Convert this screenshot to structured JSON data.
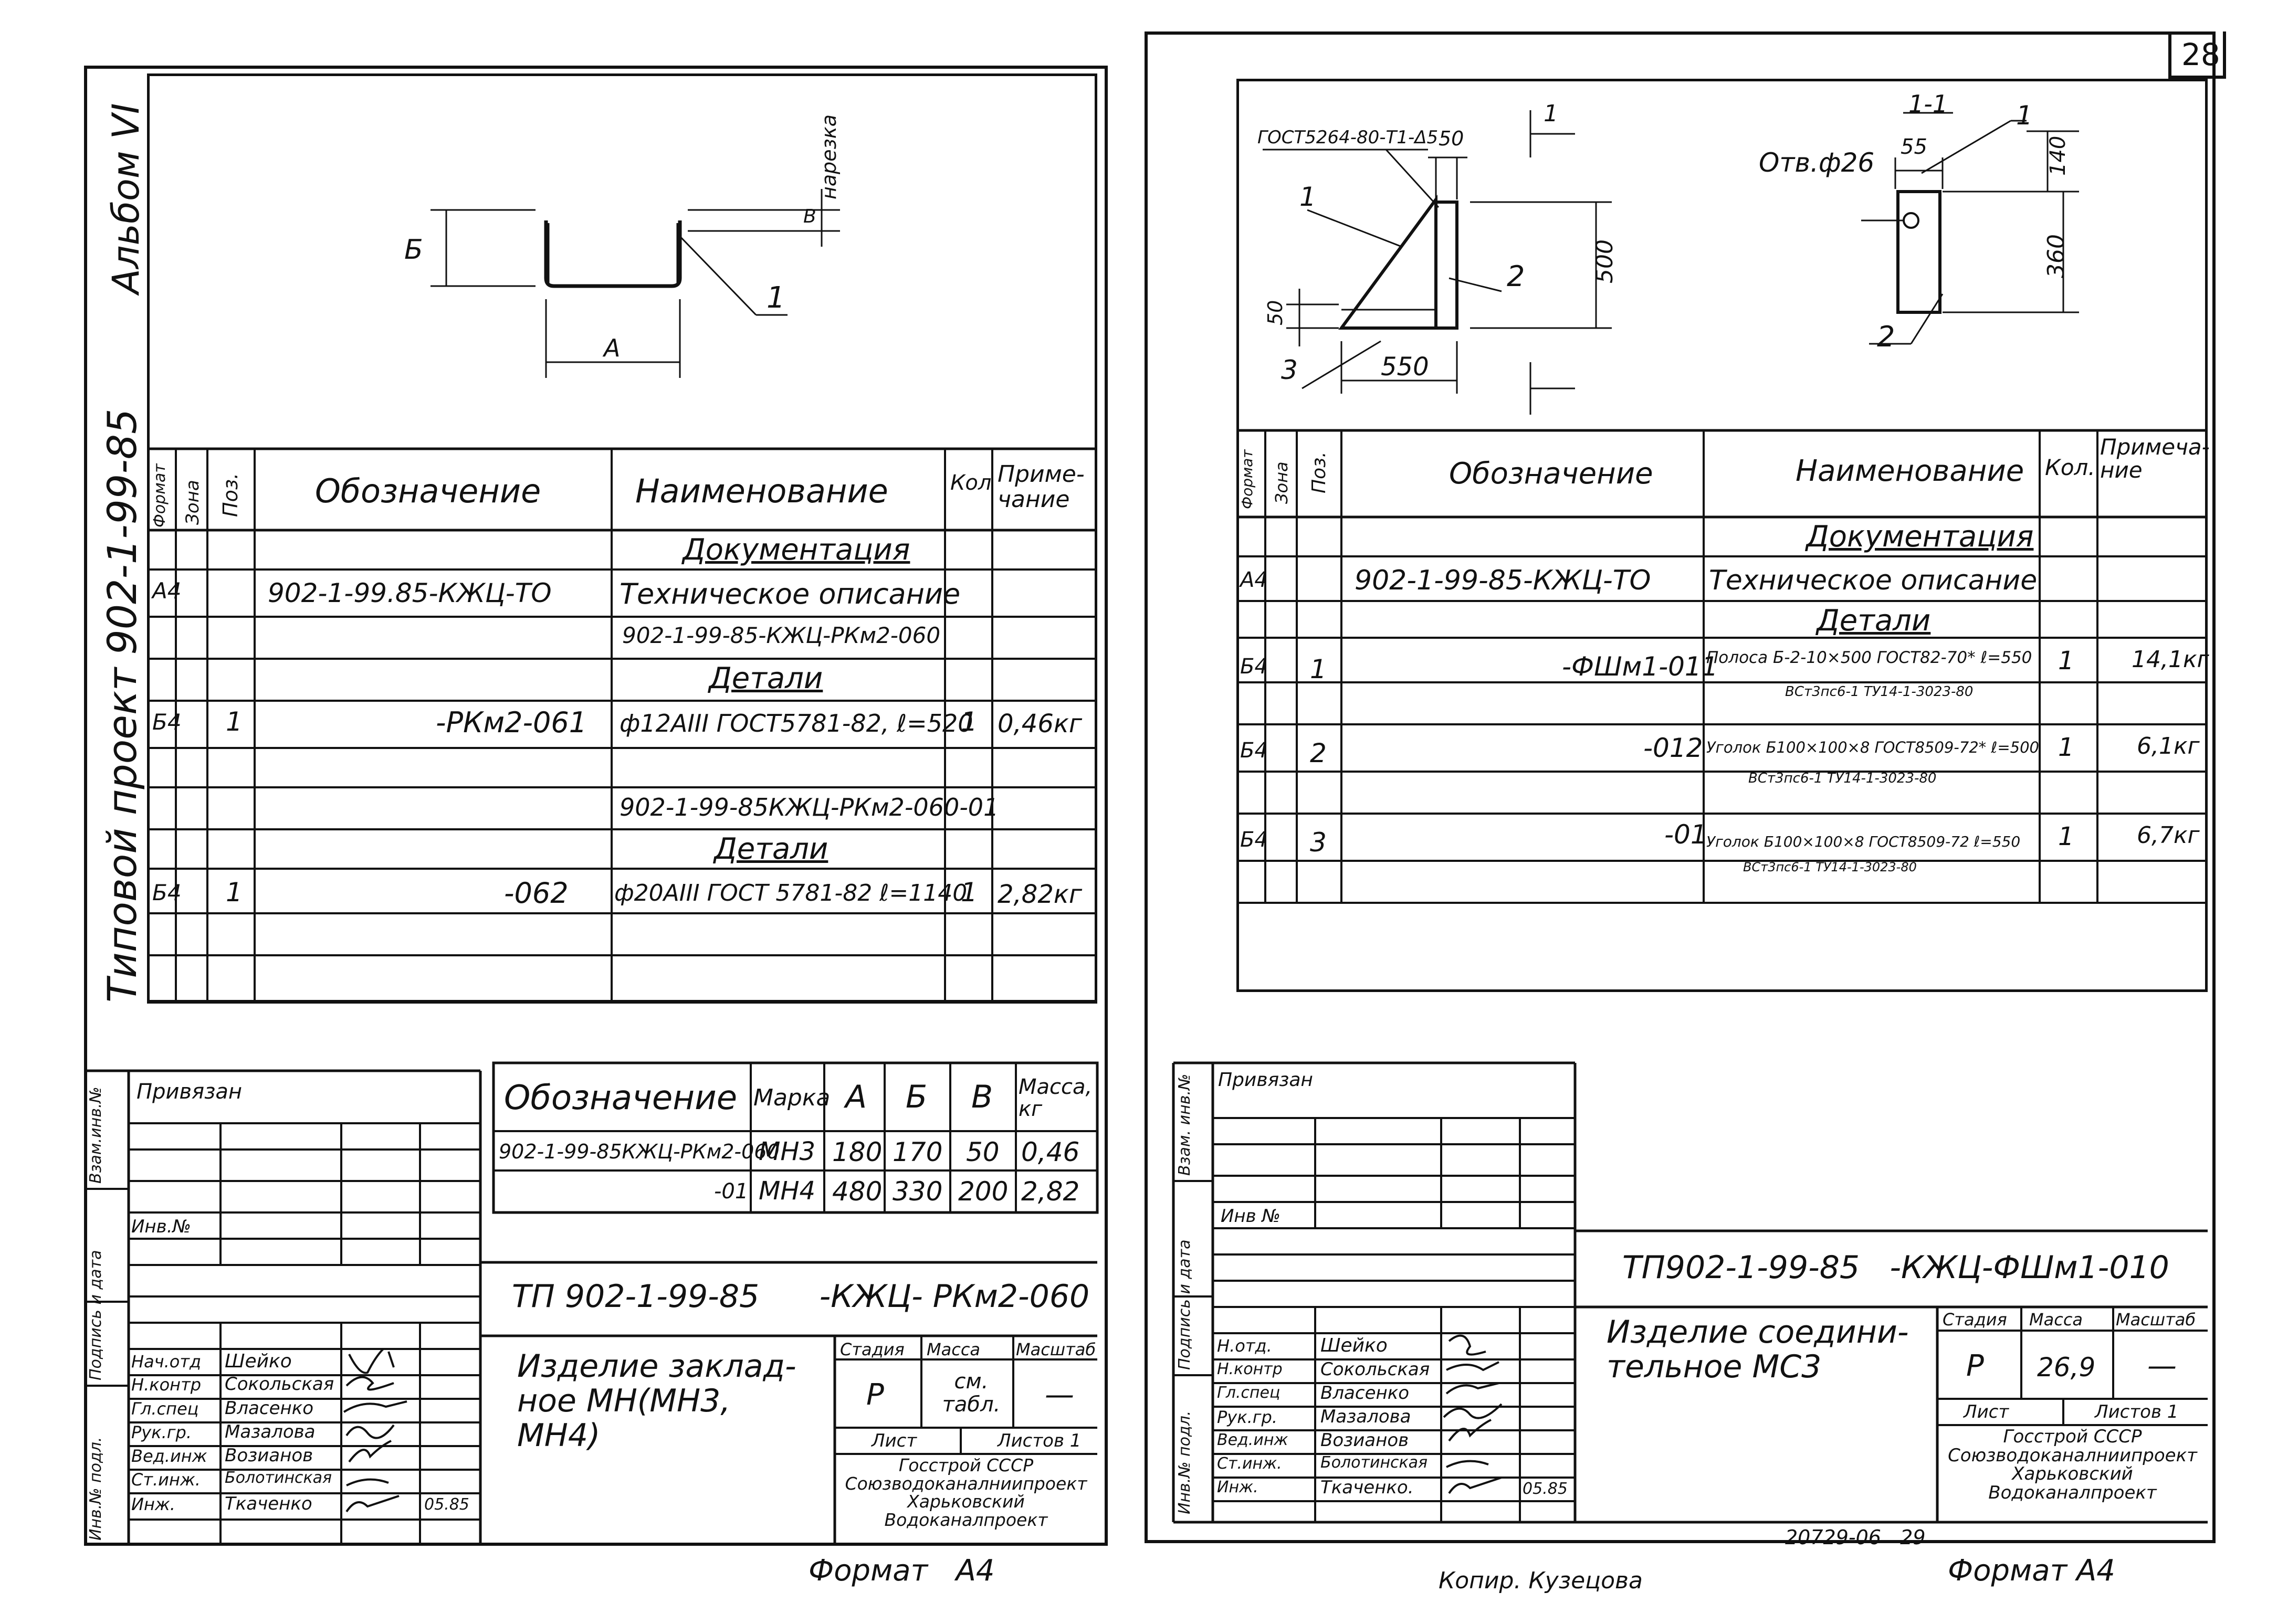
{
  "page_number": "28",
  "left": {
    "album": "Альбом VI",
    "project": "Типовой проект 902-1-99-85",
    "drawing": {
      "dim_a": "А",
      "dim_b": "Б",
      "dim_v": "В",
      "cut": "нарезка",
      "pos1": "1"
    },
    "spec_header": {
      "format": "Формат",
      "zone": "Зона",
      "pos": "Поз.",
      "designation": "Обозначение",
      "name": "Наименование",
      "qty": "Кол",
      "note": "Приме-чание"
    },
    "rows": [
      {
        "fmt": "",
        "pos": "",
        "designation": "",
        "name": "Документация",
        "qty": "",
        "note": ""
      },
      {
        "fmt": "А4",
        "pos": "",
        "designation": "902-1-99.85-КЖЦ-ТО",
        "name": "Техническое описание",
        "qty": "",
        "note": ""
      },
      {
        "fmt": "",
        "pos": "",
        "designation": "",
        "name": "902-1-99-85-КЖЦ-РКм2-060",
        "qty": "",
        "note": ""
      },
      {
        "fmt": "",
        "pos": "",
        "designation": "",
        "name": "Детали",
        "qty": "",
        "note": ""
      },
      {
        "fmt": "Б4",
        "pos": "1",
        "designation": "-РКм2-061",
        "name": "ф12АIII ГОСТ5781-82, ℓ=520",
        "qty": "1",
        "note": "0,46кг"
      },
      {
        "fmt": "",
        "pos": "",
        "designation": "",
        "name": "",
        "qty": "",
        "note": ""
      },
      {
        "fmt": "",
        "pos": "",
        "designation": "",
        "name": "902-1-99-85КЖЦ-РКм2-060-01",
        "qty": "",
        "note": ""
      },
      {
        "fmt": "",
        "pos": "",
        "designation": "",
        "name": "Детали",
        "qty": "",
        "note": ""
      },
      {
        "fmt": "Б4",
        "pos": "1",
        "designation": "-062",
        "name": "ф20АIII ГОСТ 5781-82 ℓ=1140",
        "qty": "1",
        "note": "2,82кг"
      }
    ],
    "variants_header": {
      "designation": "Обозначение",
      "mark": "Марка",
      "a": "А",
      "b": "Б",
      "v": "В",
      "mass": "Масса, кг"
    },
    "variants": [
      {
        "designation": "902-1-99-85КЖЦ-РКм2-060",
        "mark": "МН3",
        "a": "180",
        "b": "170",
        "v": "50",
        "mass": "0,46"
      },
      {
        "designation": "-01",
        "mark": "МН4",
        "a": "480",
        "b": "330",
        "v": "200",
        "mass": "2,82"
      }
    ],
    "stamp": {
      "privyazan": "Привязан",
      "inv": "Инв.№",
      "code": "ТП 902-1-99-85      -КЖЦ- РКм2-060",
      "title": "Изделие заклад-ное МН(МН3, МН4)",
      "stage_h": "Стадия",
      "mass_h": "Масса",
      "scale_h": "Масштаб",
      "stage": "Р",
      "mass": "см. табл.",
      "scale": "—",
      "sheet": "Лист",
      "sheets": "Листов 1",
      "org": "Госстрой СССР Союзводоканалниипроект Харьковский Водоканалпроект",
      "people": [
        {
          "role": "Нач.отд",
          "name": "Шейко"
        },
        {
          "role": "Н.контр",
          "name": "Сокольская"
        },
        {
          "role": "Гл.спец",
          "name": "Власенко"
        },
        {
          "role": "Рук.гр.",
          "name": "Мазалова"
        },
        {
          "role": "Вед.инж",
          "name": "Возианов"
        },
        {
          "role": "Ст.инж.",
          "name": "Болотинская"
        },
        {
          "role": "Инж.",
          "name": "Ткаченко"
        }
      ],
      "date": "05.85",
      "side": [
        "Инв.№ подл.",
        "Подпись и дата",
        "Взам.инв.№"
      ]
    },
    "format": "Формат   А4"
  },
  "right": {
    "drawing": {
      "gost": "ГОСТ5264-80-Т1-Δ5",
      "d50": "50",
      "d500": "500",
      "d550": "550",
      "d50b": "50",
      "cut": "1",
      "sect": "1-1",
      "hole": "Отв.ф26",
      "d55": "55",
      "d140": "140",
      "d360": "360",
      "p1": "1",
      "p2": "2",
      "p3": "3",
      "p1b": "1",
      "p2b": "2"
    },
    "spec_header": {
      "format": "Формат",
      "zone": "Зона",
      "pos": "Поз.",
      "designation": "Обозначение",
      "name": "Наименование",
      "qty": "Кол.",
      "note": "Примеча-ние"
    },
    "rows": [
      {
        "fmt": "",
        "pos": "",
        "designation": "",
        "name": "Документация",
        "qty": "",
        "note": ""
      },
      {
        "fmt": "А4",
        "pos": "",
        "designation": "902-1-99-85-КЖЦ-ТО",
        "name": "Техническое описание",
        "qty": "",
        "note": ""
      },
      {
        "fmt": "",
        "pos": "",
        "designation": "",
        "name": "Детали",
        "qty": "",
        "note": ""
      },
      {
        "fmt": "Б4",
        "pos": "1",
        "designation": "-ФШм1-011",
        "name": "Полоса Б-2-10×500 ГОСТ82-70* ℓ=550",
        "name2": "ВСт3пс6-1 ТУ14-1-3023-80",
        "qty": "1",
        "note": "14,1кг"
      },
      {
        "fmt": "Б4",
        "pos": "2",
        "designation": "-012",
        "name": "Уголок Б100×100×8 ГОСТ8509-72* ℓ=500",
        "name2": "ВСт3пс6-1 ТУ14-1-3023-80",
        "qty": "1",
        "note": "6,1кг"
      },
      {
        "fmt": "Б4",
        "pos": "3",
        "designation": "-01",
        "name": "Уголок Б100×100×8 ГОСТ8509-72 ℓ=550",
        "name2": "ВСт3пс6-1 ТУ14-1-3023-80",
        "qty": "1",
        "note": "6,7кг"
      }
    ],
    "stamp": {
      "privyazan": "Привязан",
      "inv": "Инв №",
      "code": "ТП902-1-99-85   -КЖЦ-ФШм1-010",
      "title": "Изделие соедини-тельное МС3",
      "stage_h": "Стадия",
      "mass_h": "Масса",
      "scale_h": "Масштаб",
      "stage": "Р",
      "mass": "26,9",
      "scale": "—",
      "sheet": "Лист",
      "sheets": "Листов 1",
      "org": "Госстрой СССР Союзводоканалниипроект Харьковский Водоканалпроект",
      "people": [
        {
          "role": "Н.отд.",
          "name": "Шейко"
        },
        {
          "role": "Н.контр",
          "name": "Сокольская"
        },
        {
          "role": "Гл.спец",
          "name": "Власенко"
        },
        {
          "role": "Рук.гр.",
          "name": "Мазалова"
        },
        {
          "role": "Вед.инж",
          "name": "Возианов"
        },
        {
          "role": "Ст.инж.",
          "name": "Болотинская"
        },
        {
          "role": "Инж.",
          "name": "Ткаченко."
        }
      ],
      "date": "05.85",
      "side": [
        "Инв.№ подл.",
        "Подпись и дата",
        "Взам. инв.№"
      ]
    },
    "bottom_code": "20729-06   29",
    "copy": "Копир. Кузецова",
    "format": "Формат А4"
  }
}
